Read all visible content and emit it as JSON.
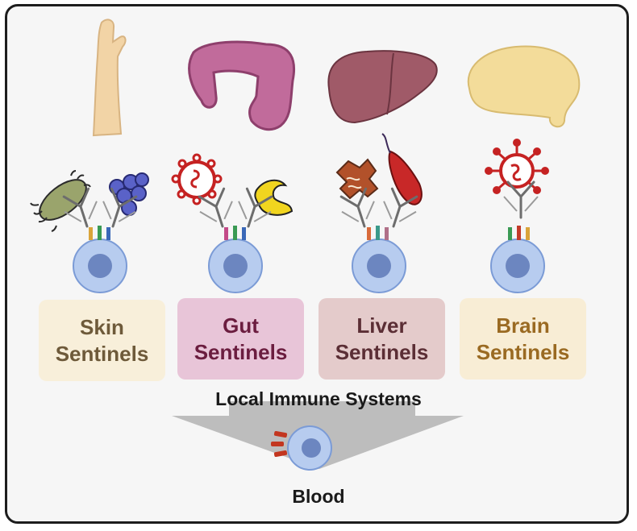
{
  "boxes": [
    {
      "line1": "Skin",
      "line2": "Sentinels",
      "bg": "#f8efda",
      "fg": "#6e5a3a"
    },
    {
      "line1": "Gut",
      "line2": "Sentinels",
      "bg": "#e8c5d8",
      "fg": "#6b1d3f"
    },
    {
      "line1": "Liver",
      "line2": "Sentinels",
      "bg": "#e4cbcb",
      "fg": "#5b2e35"
    },
    {
      "line1": "Brain",
      "line2": "Sentinels",
      "bg": "#f8edd5",
      "fg": "#9a6a22"
    }
  ],
  "caption_local": "Local Immune Systems",
  "caption_blood": "Blood",
  "colors": {
    "arm": "#f2d4a6",
    "gut": "#c16b9b",
    "liver": "#a05a68",
    "brain": "#f3dc9a",
    "cell_outer": "#b7ccef",
    "cell_inner": "#6c86c0",
    "funnel": "#b3b3b3"
  },
  "icons": [
    "arm-icon",
    "intestine-icon",
    "liver-icon",
    "brain-icon",
    "bacterium-icon",
    "cocci-cluster-icon",
    "virus-icon",
    "fungus-icon",
    "parasite-icon",
    "protist-icon",
    "immune-cell-icon",
    "antibody-icon"
  ]
}
